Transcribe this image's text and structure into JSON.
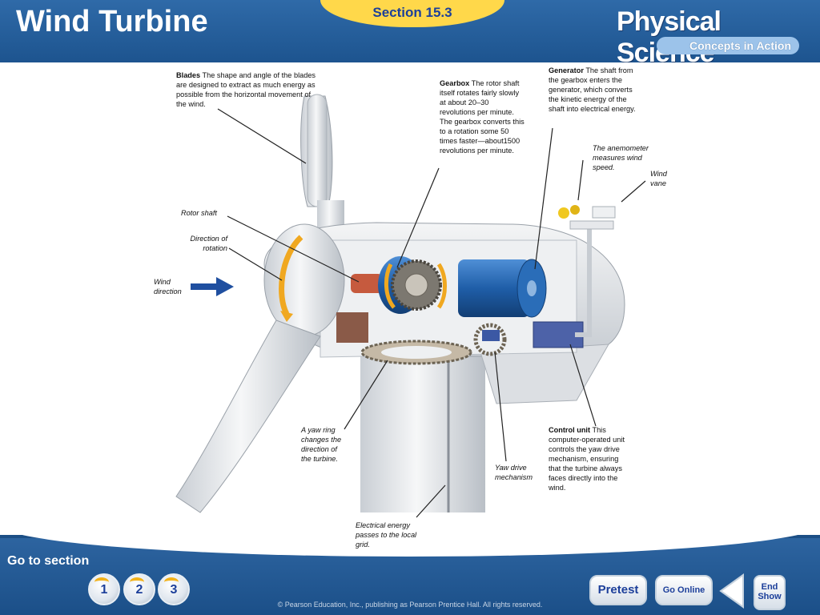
{
  "header": {
    "title": "Wind Turbine",
    "section": "Section 15.3",
    "brand_main": "Physical Science",
    "brand_sub": "Concepts in Action"
  },
  "labels": {
    "blades_title": "Blades",
    "blades_text": "The shape and angle of the blades are designed to extract as much energy as possible from the horizontal movement of the wind.",
    "gearbox_title": "Gearbox",
    "gearbox_text": "The rotor shaft itself rotates fairly slowly at about 20–30 revolutions per minute. The gearbox converts this to a rotation some 50 times faster—about1500 revolutions per minute.",
    "generator_title": "Generator",
    "generator_text": "The shaft from the gearbox enters the generator, which converts the kinetic energy of the shaft into electrical energy.",
    "anemometer": "The anemometer measures wind speed.",
    "wind_vane": "Wind vane",
    "rotor_shaft": "Rotor shaft",
    "direction_rotation": "Direction of rotation",
    "wind_direction": "Wind direction",
    "yaw_ring": "A yaw ring changes the direction of the turbine.",
    "yaw_drive": "Yaw drive mechanism",
    "control_title": "Control unit",
    "control_text": "This computer-operated unit controls the yaw drive mechanism, ensuring that the turbine always faces directly into the wind.",
    "electrical": "Electrical energy passes to the local grid."
  },
  "footer": {
    "goto": "Go to section",
    "sections": [
      "1",
      "2",
      "3"
    ],
    "pretest": "Pretest",
    "go_online": "Go Online",
    "end_show_1": "End",
    "end_show_2": "Show",
    "copyright": "© Pearson Education, Inc., publishing as Pearson Prentice Hall. All rights reserved."
  },
  "colors": {
    "header_blue": "#1d548f",
    "section_yellow": "#ffd84a",
    "generator_blue": "#2a6db8",
    "arrow_orange": "#f0a820",
    "wind_arrow": "#1f4fa0"
  }
}
